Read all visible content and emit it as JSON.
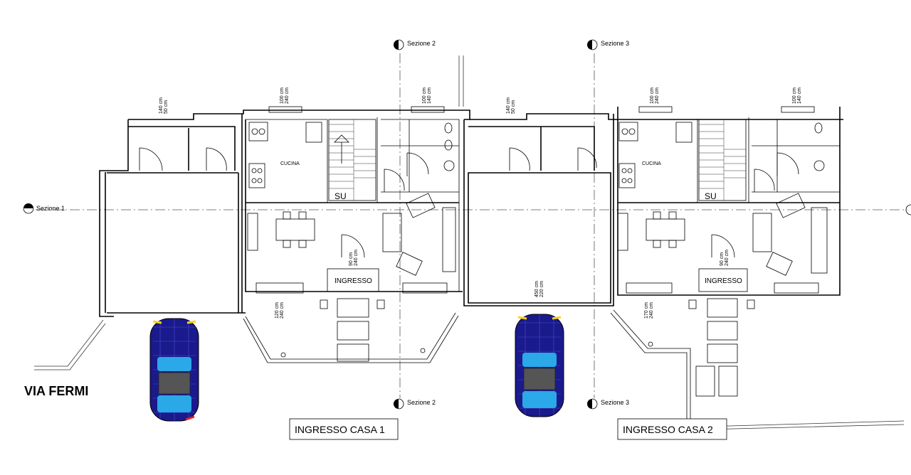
{
  "sections": {
    "sezione1": "Sezione 1",
    "sezione2": "Sezione 2",
    "sezione3": "Sezione 3"
  },
  "rooms": {
    "cucina": "CUCINA",
    "ingresso": "INGRESSO",
    "stair_up": "SU"
  },
  "dims": {
    "w140_50": [
      "140 cm",
      "50 cm"
    ],
    "w100_240": [
      "100 cm",
      "240 cm"
    ],
    "w100_140": [
      "100 cm",
      "140 cm"
    ],
    "w90_240": [
      "90 cm",
      "240 cm"
    ],
    "w120_240": [
      "120 cm",
      "240 cm"
    ],
    "w450_220": [
      "450 cm",
      "220 cm"
    ],
    "w170_240": [
      "170 cm",
      "240 cm"
    ]
  },
  "labels": {
    "street": "VIA FERMI",
    "casa1": "INGRESSO CASA 1",
    "casa2": "INGRESSO CASA 2"
  },
  "colors": {
    "car_body": "#1a1a8c",
    "car_glass": "#2aa8e8",
    "car_light": "#ffd11a",
    "car_tail": "#e02020"
  }
}
